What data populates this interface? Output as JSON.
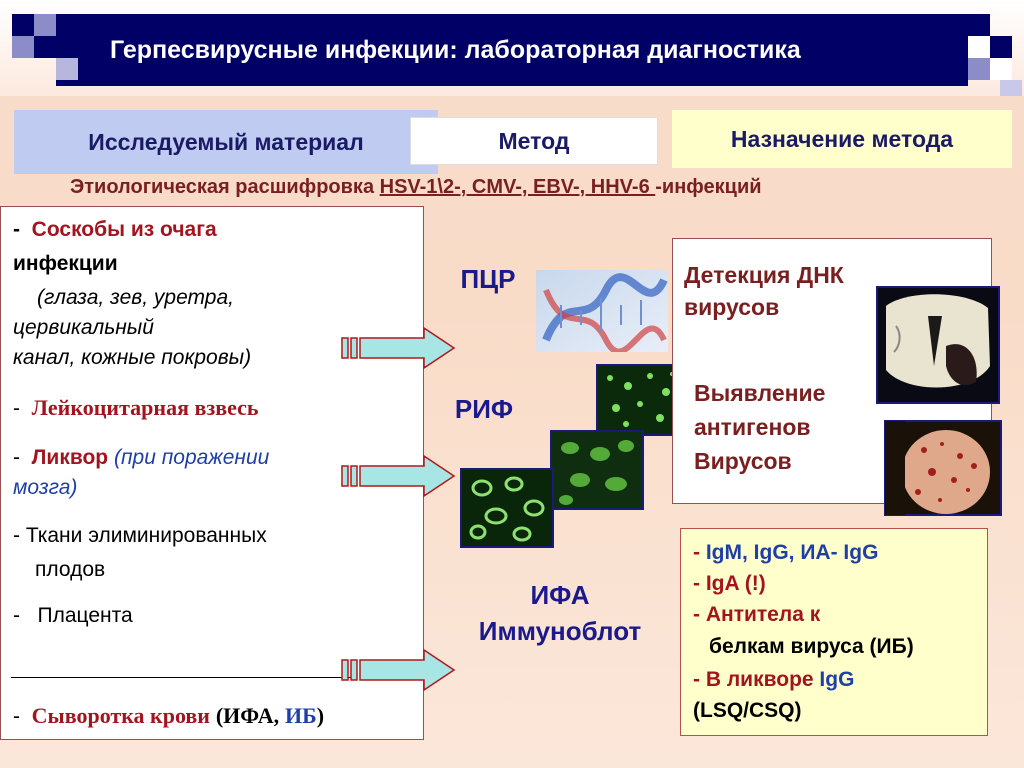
{
  "title": "Герпесвирусные инфекции: лабораторная диагностика",
  "headers": {
    "material": "Исследуемый материал",
    "method": "Метод",
    "purpose": "Назначение метода"
  },
  "subtitle": {
    "prefix": "Этиологическая расшифровка ",
    "viruses": "HSV-1\\2-, CMV-, EBV-, HHV-6 ",
    "suffix": "-инфекций"
  },
  "materials": {
    "item1_dash": "-",
    "item1_title": "Соскобы из  очага",
    "item1_line2": "инфекции",
    "item1_detail_1": "(глаза, зев, уретра,",
    "item1_detail_2": "цервикальный",
    "item1_detail_3": "канал,  кожные покровы)",
    "item2_dash": "-",
    "item2_title": "Лейкоцитарная взвесь",
    "item3_dash": "-",
    "item3_title": "Ликвор",
    "item3_detail_1": "(при поражении",
    "item3_detail_2": "мозга)",
    "item4_line1": "- Ткани элиминированных",
    "item4_line2": "плодов",
    "item5_dash": "-",
    "item5_title": "Плацента",
    "item6_dash": "-",
    "item6_title": "Сыворотка крови",
    "item6_paren_open": "(ИФА,",
    "item6_ib": "ИБ",
    "item6_paren_close": ")"
  },
  "methods": {
    "pcr": "ПЦР",
    "rif": "РИФ",
    "ifa": "ИФА",
    "immunoblot": "Иммуноблот"
  },
  "purposes": {
    "dna_1": "Детекция  ДНК",
    "dna_2": "вирусов",
    "ag_1": "Выявление",
    "ag_2": "антигенов",
    "ag_3": "Вирусов"
  },
  "antibodies": {
    "l1_dash": "-",
    "l1_text": "IgM,  IgG, ИА- IgG",
    "l2_dash": "-",
    "l2_text": "IgA (!)",
    "l3_dash": "-",
    "l3_text": "Антитела к",
    "l4_text": "белкам вируса (ИБ)",
    "l5_dash": "-",
    "l5_text1": "В ликворе ",
    "l5_text2": "IgG",
    "l6_text": "(LSQ/CSQ)"
  },
  "colors": {
    "title_bar": "#000066",
    "accent_red": "#a3151e",
    "accent_blue": "#1f3fa8",
    "arrow_fill": "#a8e6e6"
  },
  "icons": [
    "arrow-right-icon",
    "dna-image",
    "immunofluorescence-image",
    "brain-mri-image",
    "skin-rash-image"
  ]
}
